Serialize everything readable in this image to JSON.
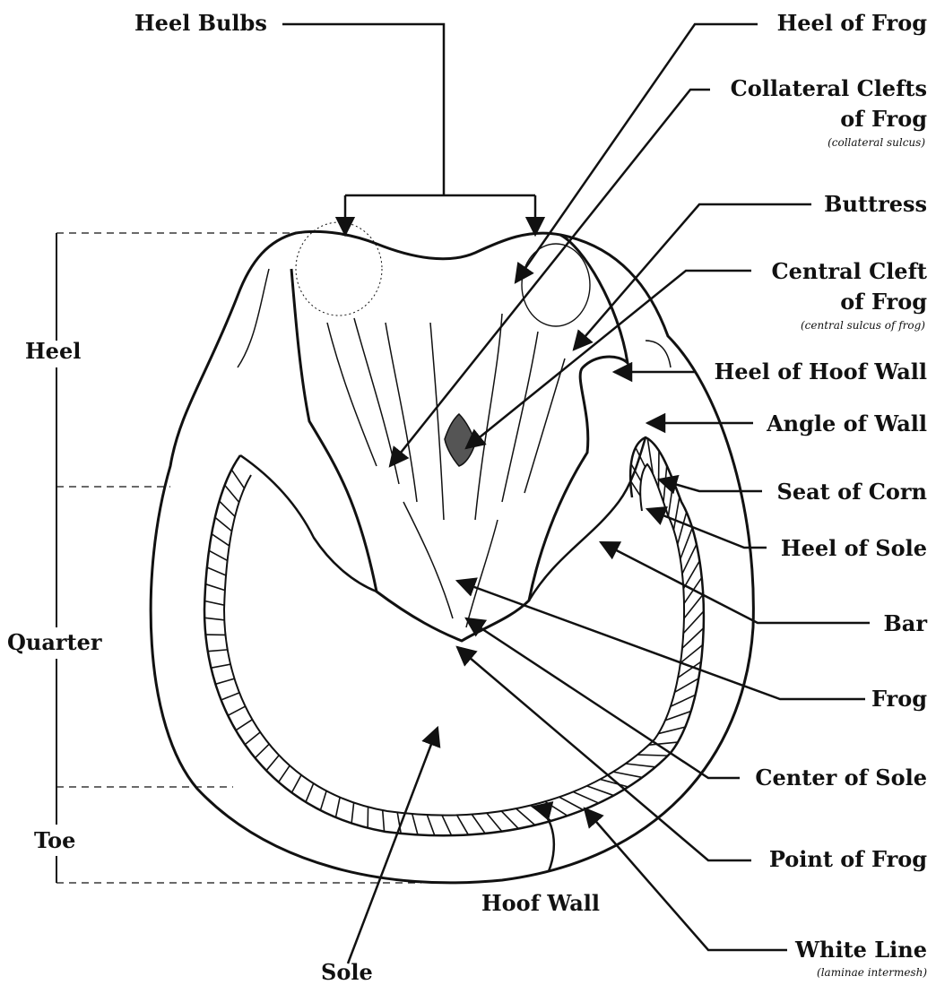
{
  "labels": {
    "heel_bulbs": "Heel Bulbs",
    "heel_of_frog": "Heel of Frog",
    "collateral_clefts_line1": "Collateral Clefts",
    "collateral_clefts_line2": "of Frog",
    "collateral_clefts_note": "(collateral sulcus)",
    "buttress": "Buttress",
    "central_cleft_line1": "Central Cleft",
    "central_cleft_line2": "of Frog",
    "central_cleft_note": "(central sulcus of frog)",
    "heel_of_hoof_wall": "Heel of Hoof Wall",
    "angle_of_wall": "Angle of Wall",
    "seat_of_corn": "Seat of Corn",
    "heel_of_sole": "Heel of Sole",
    "bar": "Bar",
    "frog": "Frog",
    "center_of_sole": "Center of Sole",
    "point_of_frog": "Point of Frog",
    "white_line": "White Line",
    "white_line_note": "(laminae intermesh)",
    "hoof_wall": "Hoof Wall",
    "sole": "Sole"
  },
  "regions": {
    "heel": "Heel",
    "quarter": "Quarter",
    "toe": "Toe"
  },
  "colors": {
    "ink": "#111111",
    "paper": "#ffffff",
    "cleft": "#555555"
  }
}
